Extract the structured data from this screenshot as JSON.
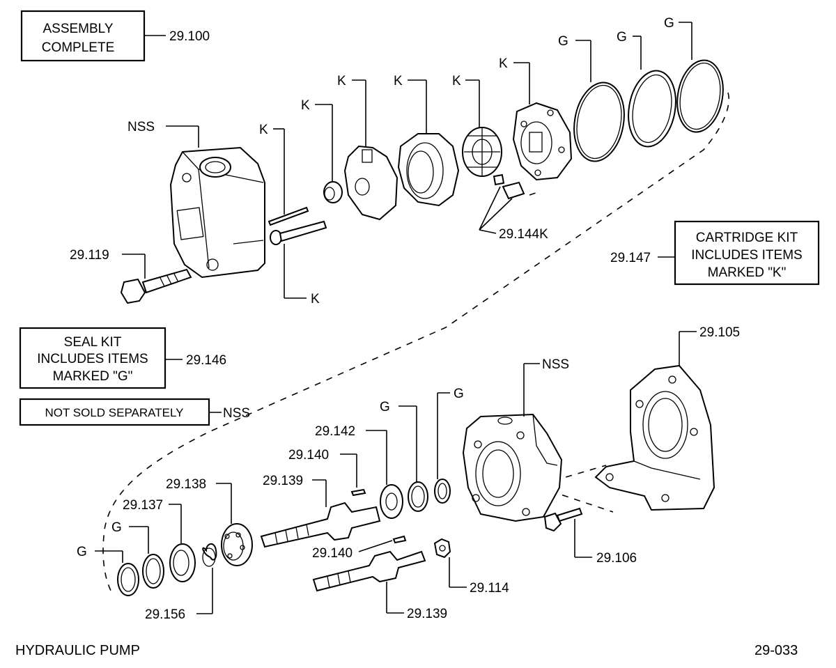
{
  "callout_boxes": {
    "assembly": [
      "ASSEMBLY",
      "COMPLETE"
    ],
    "cartridge": [
      "CARTRIDGE KIT",
      "INCLUDES ITEMS",
      "MARKED \"K\""
    ],
    "seal": [
      "SEAL KIT",
      "INCLUDES ITEMS",
      "MARKED \"G\""
    ],
    "nss": [
      "NOT SOLD SEPARATELY"
    ]
  },
  "labels": {
    "p29_100": "29.100",
    "p29_119": "29.119",
    "p29_144k": "29.144K",
    "p29_147": "29.147",
    "p29_146": "29.146",
    "p29_105": "29.105",
    "p29_142": "29.142",
    "p29_140a": "29.140",
    "p29_140b": "29.140",
    "p29_139a": "29.139",
    "p29_139b": "29.139",
    "p29_138": "29.138",
    "p29_137": "29.137",
    "p29_156": "29.156",
    "p29_114": "29.114",
    "p29_106": "29.106",
    "nss_top": "NSS",
    "nss_mid": "NSS",
    "nss_ref": "NSS",
    "k": "K",
    "g": "G"
  },
  "footer": {
    "title": "HYDRAULIC  PUMP",
    "code": "29-033"
  }
}
